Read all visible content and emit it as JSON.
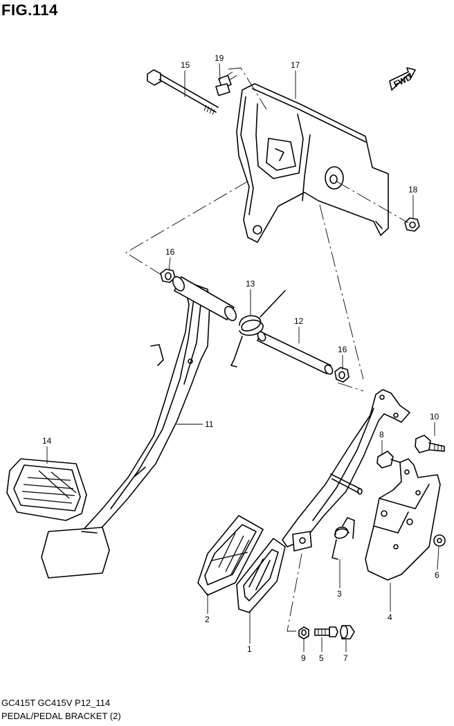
{
  "figure": {
    "title": "FIG.114",
    "model_codes": "GC415T GC415V P12_114",
    "caption": "PEDAL/PEDAL BRACKET (2)",
    "forward_label": "FWD"
  },
  "callouts": [
    "1",
    "2",
    "3",
    "4",
    "5",
    "6",
    "7",
    "8",
    "9",
    "10",
    "11",
    "12",
    "13",
    "14",
    "15",
    "16",
    "16",
    "17",
    "18",
    "19"
  ],
  "colors": {
    "line": "#000000",
    "background": "#ffffff"
  }
}
